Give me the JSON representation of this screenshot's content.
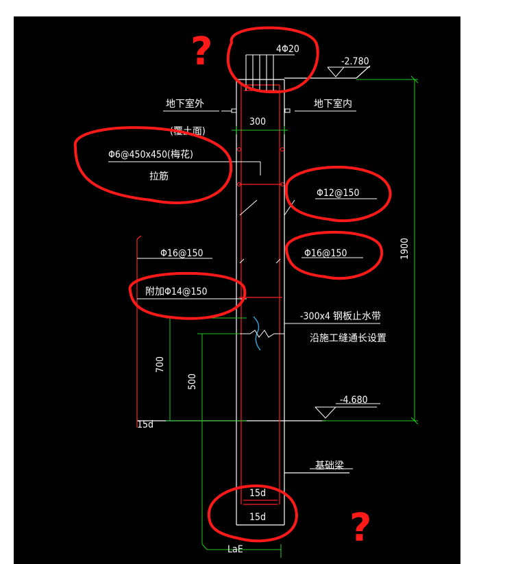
{
  "labels": {
    "top_bars": "4Φ20",
    "top_elevation": "-2.780",
    "outside": "地下室外",
    "inside": "地下室内",
    "backfill": "(覆土面)",
    "width": "300",
    "tie_spec": "Φ6@450x450(梅花)",
    "tie_name": "拉筋",
    "horiz_bar": "Φ12@150",
    "vert_left": "Φ16@150",
    "vert_right": "Φ16@150",
    "extra_bar": "附加Φ14@150",
    "waterstop": "-300x4 钢板止水带",
    "waterstop_note": "沿施工缝通长设置",
    "height_total": "1900",
    "dim_700": "700",
    "dim_500": "500",
    "bot_elevation": "-4.680",
    "anchor_left": "15d",
    "foundation_beam": "基础梁",
    "anchor_inner": "15d",
    "anchor_outer": "15d",
    "anchor_len": "LaE"
  },
  "annotations": {
    "question_mark_1": "?",
    "question_mark_2": "?"
  },
  "colors": {
    "background": "#000000",
    "wall_line": "#ffffff",
    "rebar": "#ff2020",
    "dimension": "#22cc22",
    "markup": "#ff1a1a",
    "waterstop": "#33aadd"
  }
}
